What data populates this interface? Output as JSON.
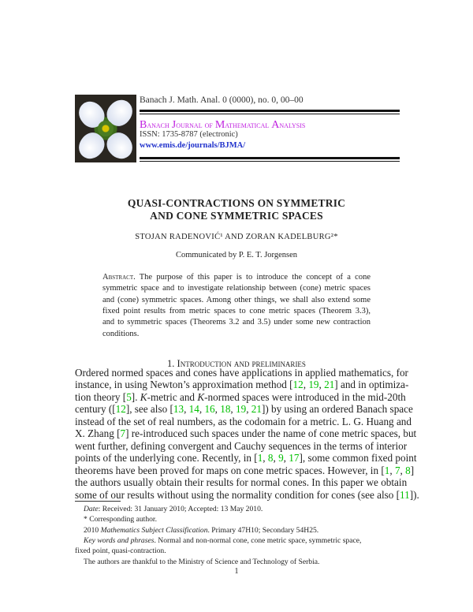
{
  "header": {
    "citation": "Banach J. Math. Anal. 0 (0000), no. 0, 00–00",
    "journal_name": [
      "B",
      "anach ",
      "J",
      "ournal of ",
      "M",
      "athematical ",
      "A",
      "nalysis"
    ],
    "issn": "ISSN: 1735-8787 (electronic)",
    "url": "www.emis.de/journals/BJMA/",
    "journal_color": "#c020e0",
    "link_color": "#2233cc"
  },
  "title": [
    "QUASI-CONTRACTIONS ON SYMMETRIC",
    "AND CONE SYMMETRIC SPACES"
  ],
  "authors": "STOJAN RADENOVIĆ¹ AND ZORAN KADELBURG²*",
  "communicated": "Communicated by P. E. T. Jorgensen",
  "abstract": {
    "label": "Abstract.",
    "lines": [
      " The purpose of this paper is to introduce the concept of a cone",
      "symmetric space and to investigate relationship between (cone) metric spaces",
      "and (cone) symmetric spaces. Among other things, we shall also extend some",
      "fixed point results from metric spaces to cone metric spaces (Theorem 3.3),",
      "and to symmetric spaces (Theorems 3.2 and 3.5) under some new contraction",
      "conditions."
    ]
  },
  "section_heading": "1. Introduction and preliminaries",
  "citation_color": "#00c000",
  "body_lines": [
    [
      {
        "t": "Ordered normed spaces and cones have applications in applied mathematics, for"
      }
    ],
    [
      {
        "t": "instance, in using Newton’s approximation method ["
      },
      {
        "t": "12",
        "c": 1
      },
      {
        "t": ", "
      },
      {
        "t": "19",
        "c": 1
      },
      {
        "t": ", "
      },
      {
        "t": "21",
        "c": 1
      },
      {
        "t": "] and in optimiza-"
      }
    ],
    [
      {
        "t": "tion theory ["
      },
      {
        "t": "5",
        "c": 1
      },
      {
        "t": "]. "
      },
      {
        "t": "K",
        "i": 1
      },
      {
        "t": "-metric and "
      },
      {
        "t": "K",
        "i": 1
      },
      {
        "t": "-normed spaces were introduced in the mid-20th"
      }
    ],
    [
      {
        "t": "century (["
      },
      {
        "t": "12",
        "c": 1
      },
      {
        "t": "], see also ["
      },
      {
        "t": "13",
        "c": 1
      },
      {
        "t": ", "
      },
      {
        "t": "14",
        "c": 1
      },
      {
        "t": ", "
      },
      {
        "t": "16",
        "c": 1
      },
      {
        "t": ", "
      },
      {
        "t": "18",
        "c": 1
      },
      {
        "t": ", "
      },
      {
        "t": "19",
        "c": 1
      },
      {
        "t": ", "
      },
      {
        "t": "21",
        "c": 1
      },
      {
        "t": "]) by using an ordered Banach space"
      }
    ],
    [
      {
        "t": "instead of the set of real numbers, as the codomain for a metric. L. G. Huang and"
      }
    ],
    [
      {
        "t": "X. Zhang ["
      },
      {
        "t": "7",
        "c": 1
      },
      {
        "t": "] re-introduced such spaces under the name of cone metric spaces, but"
      }
    ],
    [
      {
        "t": "went further, defining convergent and Cauchy sequences in the terms of interior"
      }
    ],
    [
      {
        "t": "points of the underlying cone. Recently, in ["
      },
      {
        "t": "1",
        "c": 1
      },
      {
        "t": ", "
      },
      {
        "t": "8",
        "c": 1
      },
      {
        "t": ", "
      },
      {
        "t": "9",
        "c": 1
      },
      {
        "t": ", "
      },
      {
        "t": "17",
        "c": 1
      },
      {
        "t": "], some common fixed point"
      }
    ],
    [
      {
        "t": "theorems have been proved for maps on cone metric spaces. However, in ["
      },
      {
        "t": "1",
        "c": 1
      },
      {
        "t": ", "
      },
      {
        "t": "7",
        "c": 1
      },
      {
        "t": ", "
      },
      {
        "t": "8",
        "c": 1
      },
      {
        "t": "]"
      }
    ],
    [
      {
        "t": "the authors usually obtain their results for normal cones. In this paper we obtain"
      }
    ],
    [
      {
        "t": "some of our results without using the normality condition for cones (see also ["
      },
      {
        "t": "11",
        "c": 1
      },
      {
        "t": "])."
      }
    ]
  ],
  "footnotes": {
    "date_label": "Date",
    "date": ": Received: 31 January 2010; Accepted: 13 May 2010.",
    "corresponding": "* Corresponding author.",
    "msc_year": "2010 ",
    "msc_label": "Mathematics Subject Classification",
    "msc": ". Primary 47H10; Secondary 54H25.",
    "keywords_label": "Key words and phrases",
    "keywords_1": ". Normal and non-normal cone, cone metric space, symmetric space,",
    "keywords_2": "fixed point, quasi-contraction.",
    "thanks": "The authors are thankful to the Ministry of Science and Technology of Serbia."
  },
  "page_number": "1"
}
